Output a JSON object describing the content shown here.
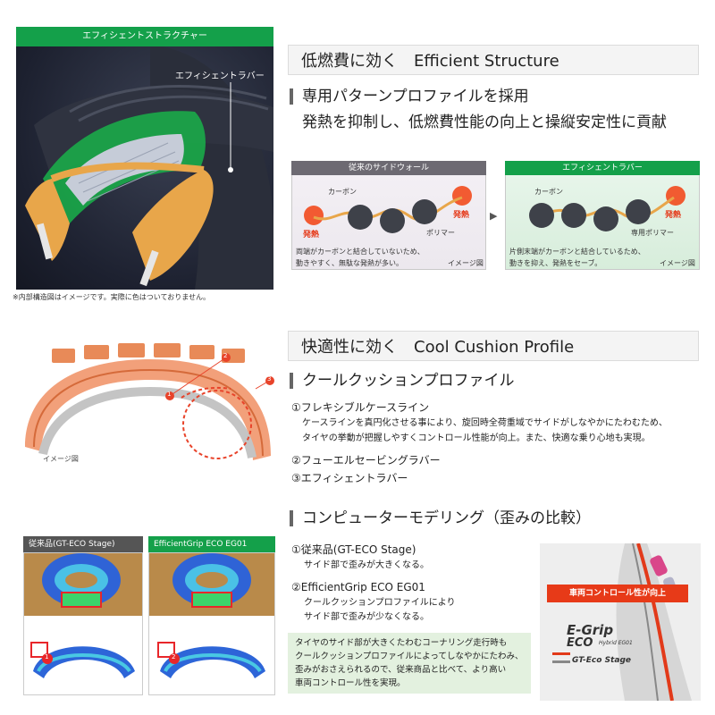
{
  "section1": {
    "image_header": "エフィシェントストラクチャー",
    "image_callout": "エフィシェントラバー",
    "image_note": "※内部構造図はイメージです。実際に色はついておりません。",
    "title": "低燃費に効く　Efficient Structure",
    "sub1": "専用パターンプロファイルを採用",
    "sub2": "発熱を抑制し、低燃費性能の向上と操縦安定性に貢献",
    "compare_left": {
      "header": "従来のサイドウォール",
      "carbon": "カーボン",
      "polymer": "ポリマー",
      "heat": "発熱",
      "caption1": "両端がカーボンと結合していないため、",
      "caption2": "動きやすく、無駄な発熱が多い。",
      "image_note": "イメージ図"
    },
    "compare_right": {
      "header": "エフィシェントラバー",
      "carbon": "カーボン",
      "polymer": "専用ポリマー",
      "heat": "発熱",
      "caption1": "片側末端がカーボンと結合しているため、",
      "caption2": "動きを抑え、発熱をセーブ。",
      "image_note": "イメージ図"
    },
    "arrow": "▶"
  },
  "section2": {
    "title": "快適性に効く　Cool Cushion Profile",
    "sub": "クールクッションプロファイル",
    "item1": "①フレキシブルケースライン",
    "item1_desc1": "ケースラインを真円化させる事により、旋回時全荷重域でサイドがしなやかにたわむため、",
    "item1_desc2": "タイヤの挙動が把握しやすくコントロール性能が向上。また、快適な乗り心地も実現。",
    "item2": "②フューエルセービングラバー",
    "item3": "③エフィシェントラバー",
    "image_note": "イメージ図",
    "markers": [
      "1",
      "2",
      "3"
    ]
  },
  "section3": {
    "sub": "コンピューターモデリング（歪みの比較）",
    "panel_left_header": "従来品(GT-ECO Stage)",
    "panel_right_header": "EfficientGrip ECO EG01",
    "marker_left": "1",
    "marker_right": "2",
    "item1": "①従来品(GT-ECO Stage)",
    "item1_desc": "サイド部で歪みが大きくなる。",
    "item2": "②EfficientGrip ECO EG01",
    "item2_desc1": "クールクッションプロファイルにより",
    "item2_desc2": "サイド部で歪みが少なくなる。",
    "box_text1": "タイヤのサイド部が大きくたわむコーナリング走行時も",
    "box_text2": "クールクッションプロファイルによってしなやかにたわみ、",
    "box_text3": "歪みがおさえられるので、従来商品と比べて、より高い",
    "box_text4": "車両コントロール性を実現。",
    "track_label": "車両コントロール性が向上",
    "track_brand1": "E-Grip",
    "track_brand2": "ECO",
    "track_brand_small": "Hybrid EG01",
    "track_brand3": "GT-Eco Stage"
  },
  "colors": {
    "accent_green": "#14a04a",
    "heat_red": "#e53a1a",
    "tire_orange": "#e8a64a",
    "dark_grey": "#555555"
  }
}
